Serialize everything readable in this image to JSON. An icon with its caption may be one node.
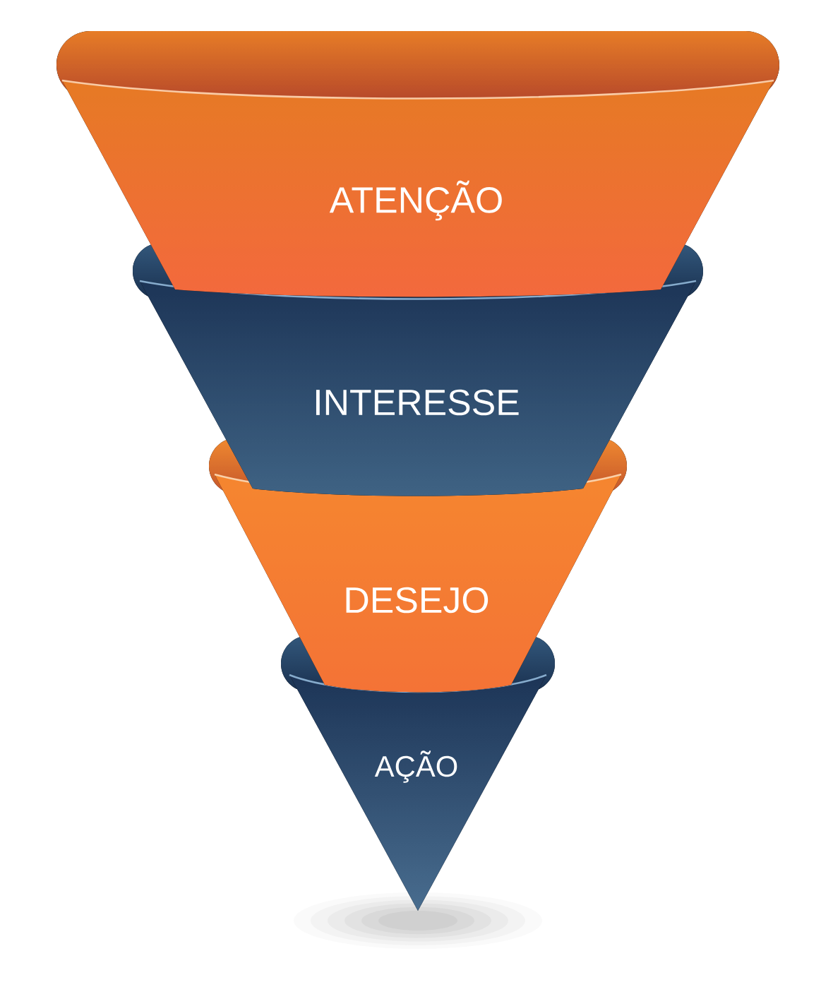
{
  "diagram": {
    "nodes": [
      {
        "text": [
          "ATENÇÃO"
        ]
      },
      {
        "text": [
          "INTERESSE"
        ]
      },
      {
        "text": [
          "DESEJO"
        ]
      },
      {
        "text": [
          "AÇÃO"
        ]
      }
    ]
  }
}
